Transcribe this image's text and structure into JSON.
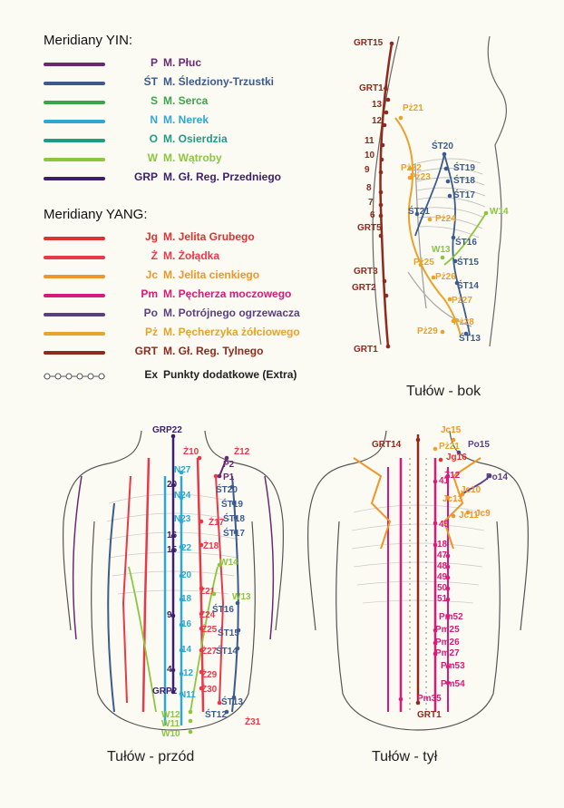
{
  "legend": {
    "yin_heading": "Meridiany YIN:",
    "yang_heading": "Meridiany YANG:",
    "yin": [
      {
        "code": "P",
        "name": "M. Płuc",
        "color": "#6a2a73"
      },
      {
        "code": "ŚT",
        "name": "M. Śledziony-Trzustki",
        "color": "#3d5a8c"
      },
      {
        "code": "S",
        "name": "M. Serca",
        "color": "#3aa54a"
      },
      {
        "code": "N",
        "name": "M. Nerek",
        "color": "#2fa7d4"
      },
      {
        "code": "O",
        "name": "M. Osierdzia",
        "color": "#1f9c84"
      },
      {
        "code": "W",
        "name": "M. Wątroby",
        "color": "#8cc63f"
      },
      {
        "code": "GRP",
        "name": "M. Gł. Reg. Przedniego",
        "color": "#3b1e6e"
      }
    ],
    "yang": [
      {
        "code": "Jg",
        "name": "M. Jelita Grubego",
        "color": "#e0322f"
      },
      {
        "code": "Ż",
        "name": "M. Żołądka",
        "color": "#e8394a"
      },
      {
        "code": "Jc",
        "name": "M. Jelita cienkiego",
        "color": "#f0952a"
      },
      {
        "code": "Pm",
        "name": "M. Pęcherza moczowego",
        "color": "#d81b7a"
      },
      {
        "code": "Po",
        "name": "M. Potrójnego ogrzewacza",
        "color": "#5a3f86"
      },
      {
        "code": "Pż",
        "name": "M. Pęcherzyka żółciowego",
        "color": "#e7a32a"
      },
      {
        "code": "GRT",
        "name": "M. Gł. Reg. Tylnego",
        "color": "#8e2a1e"
      }
    ],
    "extra": {
      "code": "Ex",
      "name": "Punkty dodatkowe (Extra)",
      "color": "#555555"
    }
  },
  "captions": {
    "side": "Tułów - bok",
    "front": "Tułów - przód",
    "back": "Tułów - tył"
  },
  "side_labels": {
    "grt": [
      "GRT15",
      "GRT14",
      "13",
      "12",
      "11",
      "10",
      "9",
      "8",
      "7",
      "6",
      "GRT5",
      "GRT3",
      "GRT2",
      "GRT1"
    ],
    "pz": [
      "Pż21",
      "Pż22",
      "Pż23",
      "Pż24",
      "Pż25",
      "Pż26",
      "Pż27",
      "Pż28",
      "Pż29"
    ],
    "st": [
      "ŚT20",
      "ŚT19",
      "ŚT18",
      "ŚT17",
      "ŚT21",
      "ŚT16",
      "ŚT15",
      "ŚT14",
      "ŚT13"
    ],
    "w": [
      "W14",
      "W13"
    ]
  },
  "front_labels": {
    "grp": [
      "GRP22",
      "20",
      "16",
      "15",
      "9",
      "4",
      "GRP2"
    ],
    "n": [
      "N27",
      "N24",
      "N23",
      "22",
      "20",
      "18",
      "16",
      "14",
      "12",
      "N11"
    ],
    "z": [
      "Ż10",
      "Ż12",
      "Ż17",
      "Ż18",
      "Ż21",
      "Ż24",
      "Ż25",
      "Ż27",
      "Ż29",
      "Ż30",
      "Ż31"
    ],
    "p": [
      "P2",
      "P1"
    ],
    "st": [
      "ŚT20",
      "ŚT19",
      "ŚT18",
      "ŚT17",
      "ŚT16",
      "ŚT15",
      "ŚT14",
      "ŚT13",
      "ŚT12"
    ],
    "w": [
      "W14",
      "W13",
      "W12",
      "W11",
      "W10"
    ]
  },
  "back_labels": {
    "jc": [
      "Jc15",
      "Jc13",
      "Jc10",
      "Jc11",
      "Jc9"
    ],
    "po": [
      "Po15",
      "Po14"
    ],
    "grt": [
      "GRT14",
      "GRT1"
    ],
    "pz": [
      "Pż21"
    ],
    "jg": [
      "Jg16"
    ],
    "misc": [
      "Ż12",
      "41",
      "45"
    ],
    "pm": [
      "18",
      "47",
      "48",
      "49",
      "50",
      "51",
      "Pm52",
      "Pm25",
      "Pm26",
      "Pm27",
      "Pm53",
      "Pm54",
      "Pm35"
    ]
  }
}
